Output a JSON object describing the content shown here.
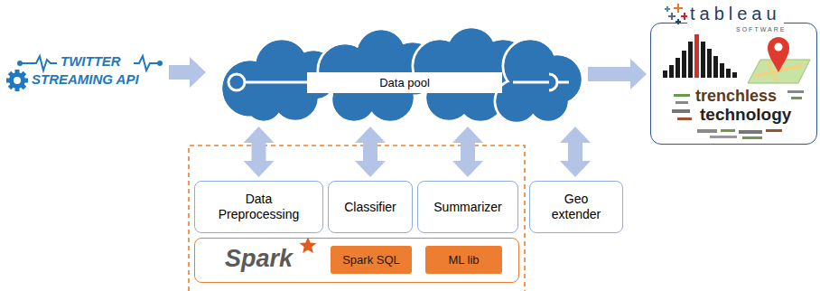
{
  "diagram": {
    "nodes": [
      {
        "text": [
          "TWITTER STREAMING API"
        ]
      },
      {
        "text": [
          "Data pool"
        ]
      },
      {
        "text": [
          "tableau"
        ]
      },
      {
        "text": [
          "Data Preprocessing"
        ]
      },
      {
        "text": [
          "Classifier"
        ]
      },
      {
        "text": [
          "Summarizer"
        ]
      },
      {
        "text": [
          "Geo extender"
        ]
      },
      {
        "text": [
          "Spark"
        ]
      },
      {
        "text": [
          "Spark SQL"
        ],
        "in": 7
      },
      {
        "text": [
          "ML lib"
        ],
        "in": 7
      }
    ],
    "edges": [
      {
        "from": 0,
        "to": 1,
        "arrow": "to"
      },
      {
        "from": 1,
        "to": 2,
        "arrow": "to"
      },
      {
        "from": 1,
        "to": 3,
        "arrow": "both"
      },
      {
        "from": 1,
        "to": 4,
        "arrow": "both"
      },
      {
        "from": 1,
        "to": 5,
        "arrow": "both"
      },
      {
        "from": 1,
        "to": 6,
        "arrow": "both"
      }
    ],
    "labels": [
      "SOFTWARE",
      "trenchless",
      "technology"
    ]
  }
}
